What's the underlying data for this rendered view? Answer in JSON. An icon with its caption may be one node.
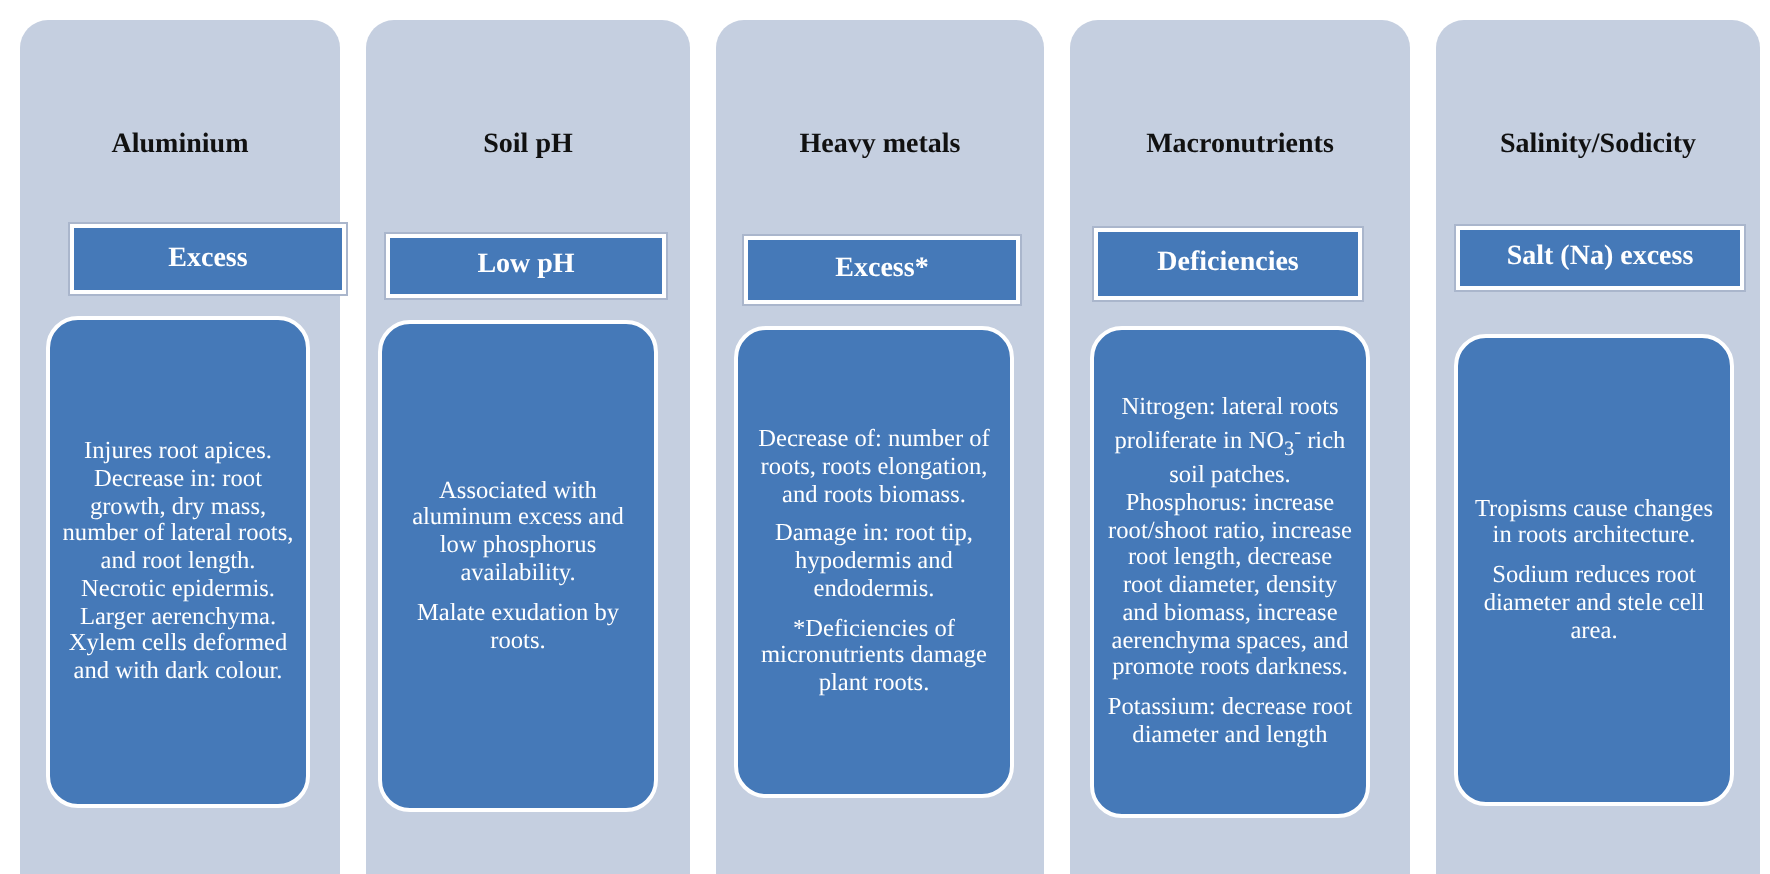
{
  "diagram": {
    "nodes": [
      {
        "text": [
          "Aluminium"
        ]
      },
      {
        "text": [
          "Excess"
        ],
        "in": 0
      },
      {
        "text": [
          "Injures root apices. Decrease in: root growth, dry mass, number of lateral roots, and root length. Necrotic epidermis. Larger aerenchyma. Xylem cells deformed and with dark colour."
        ],
        "in": 0
      },
      {
        "text": [
          "Soil pH"
        ]
      },
      {
        "text": [
          "Low pH"
        ],
        "in": 3
      },
      {
        "text": [
          "Associated with aluminum excess and low phosphorus availability.",
          "Malate exudation by roots."
        ],
        "in": 3
      },
      {
        "text": [
          "Heavy metals"
        ]
      },
      {
        "text": [
          "Excess*"
        ],
        "in": 6
      },
      {
        "text": [
          "Decrease of: number of roots, roots elongation, and roots biomass.",
          "Damage in: root tip, hypodermis and endodermis.",
          "*Deficiencies of micronutrients damage plant roots."
        ],
        "in": 6
      },
      {
        "text": [
          "Macronutrients"
        ]
      },
      {
        "text": [
          "Deficiencies"
        ],
        "in": 9
      },
      {
        "text": [
          "Nitrogen: lateral roots proliferate in NO$_{3}$$^{-}$ rich soil patches. Phosphorus: increase root/shoot ratio, increase root length, decrease root diameter, density and biomass, increase aerenchyma spaces, and promote roots darkness.",
          "Potassium: decrease root diameter and length"
        ],
        "in": 9
      },
      {
        "text": [
          "Salinity/Sodicity"
        ]
      },
      {
        "text": [
          "Salt (Na) excess"
        ],
        "in": 12
      },
      {
        "text": [
          "Tropisms cause changes in roots architecture.",
          "Sodium reduces root diameter and stele cell area."
        ],
        "in": 12
      }
    ]
  }
}
